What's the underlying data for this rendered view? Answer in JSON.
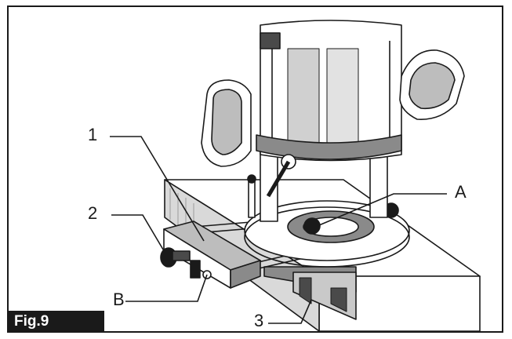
{
  "figure": {
    "badge": "Fig.9",
    "callouts": {
      "one": "1",
      "two": "2",
      "three": "3",
      "a": "A",
      "b": "B"
    }
  },
  "colors": {
    "ink": "#1a1a1a",
    "paper": "#ffffff",
    "shade": "#8a8a8a",
    "dark_shade": "#4a4a4a"
  }
}
